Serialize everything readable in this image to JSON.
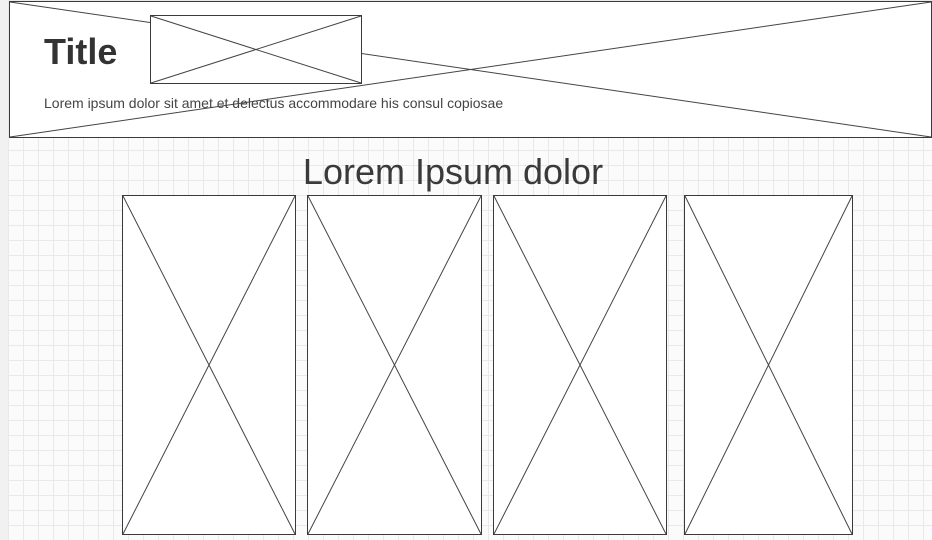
{
  "header": {
    "title": "Title",
    "subtitle": "Lorem ipsum dolor sit amet et delectus accommodare his consul copiosae",
    "background_image": "image-placeholder-icon",
    "logo_image": "image-placeholder-icon"
  },
  "main": {
    "heading": "Lorem Ipsum dolor",
    "cards": [
      {
        "image": "image-placeholder-icon"
      },
      {
        "image": "image-placeholder-icon"
      },
      {
        "image": "image-placeholder-icon"
      },
      {
        "image": "image-placeholder-icon"
      }
    ]
  },
  "colors": {
    "border": "#3a3a3a",
    "text_dark": "#333333",
    "grid_line": "#e9e9e9"
  }
}
